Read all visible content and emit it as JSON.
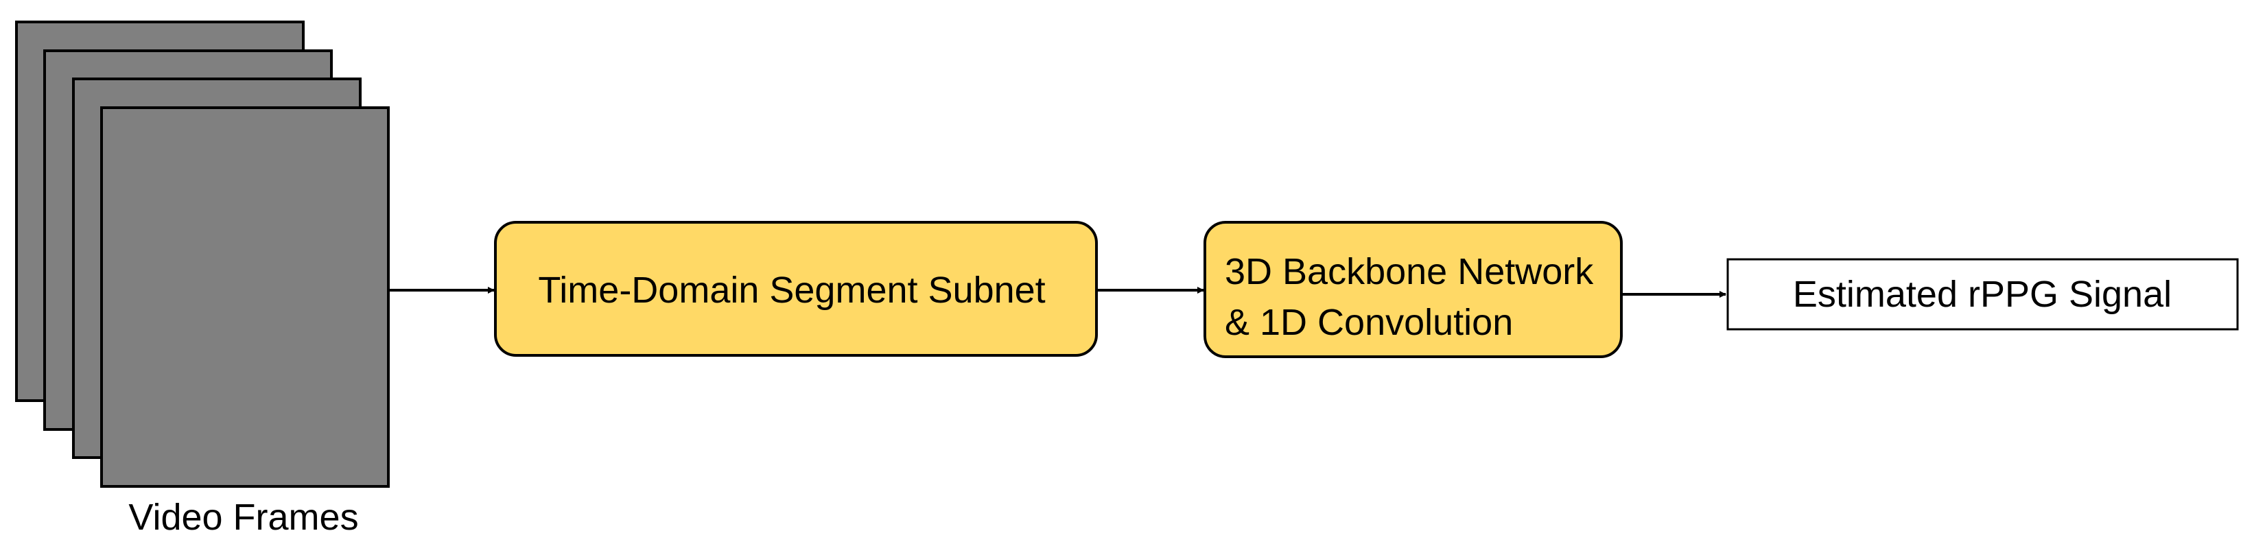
{
  "input": {
    "label": "Video Frames"
  },
  "stage_1": {
    "label": "Time-Domain Segment Subnet"
  },
  "stage_2": {
    "line_1": "3D Backbone Network",
    "line_2": "& 1D Convolution"
  },
  "output": {
    "label": "Estimated rPPG Signal"
  },
  "colors": {
    "frame_fill": "#808080",
    "block_fill": "#ffd966",
    "output_fill": "#ffffff",
    "stroke": "#000000"
  }
}
